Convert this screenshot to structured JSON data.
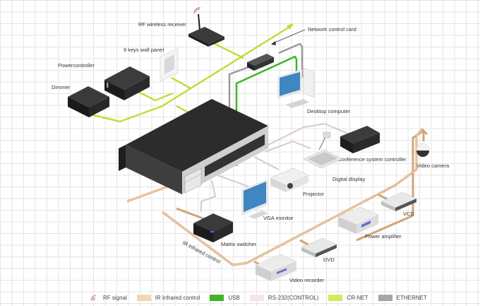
{
  "devices": {
    "rf_receiver": "RF wireless receiver",
    "wall_panel": "9 keys wall panel",
    "powercontroller": "Powercontroller",
    "dimmer": "Dimmer",
    "network_card": "Network control card",
    "desktop": "Desktop computer",
    "conference": "Conference system controller",
    "video_camera": "Video camera",
    "digital_display": "Digital display",
    "projector": "Projector",
    "vga_monitor": "VGA monitor",
    "matrix_switcher": "Matrix switcher",
    "power_amplifier": "Power amplifier",
    "vcd": "VCD",
    "dvd": "DVD",
    "video_recorder": "Video recorder",
    "ir_cable_label": "IR infrared control"
  },
  "legend": [
    {
      "label": "RF signal",
      "color": "#b0508a",
      "icon": "rf-signal-icon"
    },
    {
      "label": "IR infrared control",
      "color": "#f3d7b4"
    },
    {
      "label": "USB",
      "color": "#3fb428"
    },
    {
      "label": "RS-232(CONTROL)",
      "color": "#f5e4ee"
    },
    {
      "label": "CR-NET",
      "color": "#d7e85a"
    },
    {
      "label": "ETHERNET",
      "color": "#a6a6a6"
    }
  ],
  "colors": {
    "crnet": "#c4dc3a",
    "usb": "#3fb428",
    "ethernet": "#9a9a9a",
    "ir": "#d2a478",
    "rs232": "#d8c8d4"
  }
}
